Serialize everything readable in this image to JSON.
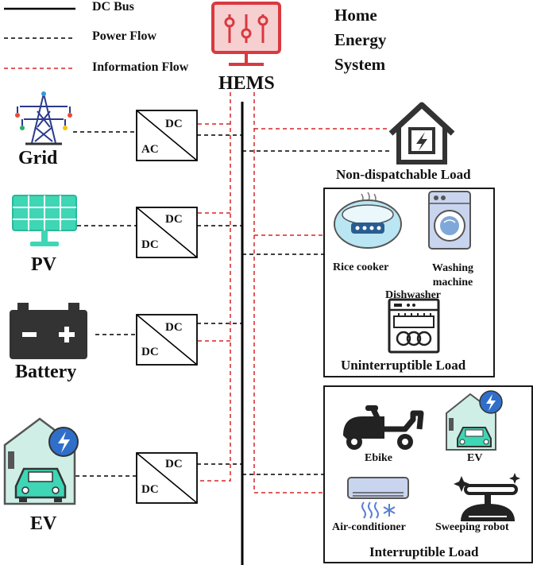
{
  "legend": {
    "dc_bus": "DC Bus",
    "power_flow": "Power Flow",
    "information_flow": "Information Flow"
  },
  "colors": {
    "dc_bus": "#000000",
    "power_flow": "#000000",
    "information_flow": "#d62728",
    "hems_red": "#d9393f",
    "teal": "#3ed6b5",
    "dark": "#222222"
  },
  "title": {
    "line1": "Home",
    "line2": "Energy",
    "line3": "System"
  },
  "hems": {
    "label": "HEMS"
  },
  "sources": {
    "grid": "Grid",
    "pv": "PV",
    "battery": "Battery",
    "ev": "EV"
  },
  "converters": {
    "grid": {
      "top": "DC",
      "bottom": "AC"
    },
    "pv": {
      "top": "DC",
      "bottom": "DC"
    },
    "battery": {
      "top": "DC",
      "bottom": "DC"
    },
    "ev": {
      "top": "DC",
      "bottom": "DC"
    }
  },
  "loads": {
    "non_dispatchable": {
      "title": "Non-dispatchable Load"
    },
    "uninterruptible": {
      "title": "Uninterruptible Load",
      "rice_cooker": "Rice cooker",
      "washing_machine": "Washing machine",
      "dishwasher": "Dishwasher"
    },
    "interruptible": {
      "title": "Interruptible Load",
      "ebike": "Ebike",
      "ev": "EV",
      "air_conditioner": "Air-conditioner",
      "sweeping_robot": "Sweeping robot"
    }
  }
}
